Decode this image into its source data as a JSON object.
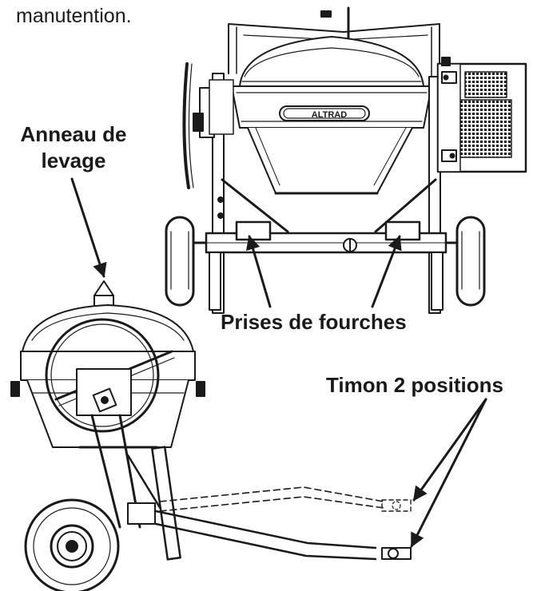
{
  "top_text": "manutention.",
  "labels": {
    "lifting_ring_line1": "Anneau de",
    "lifting_ring_line2": "levage",
    "fork_pockets": "Prises de fourches",
    "drawbar": "Timon 2 positions"
  },
  "brand": "ALTRAD",
  "colors": {
    "ink": "#1a1a1a",
    "background": "#ffffff"
  }
}
